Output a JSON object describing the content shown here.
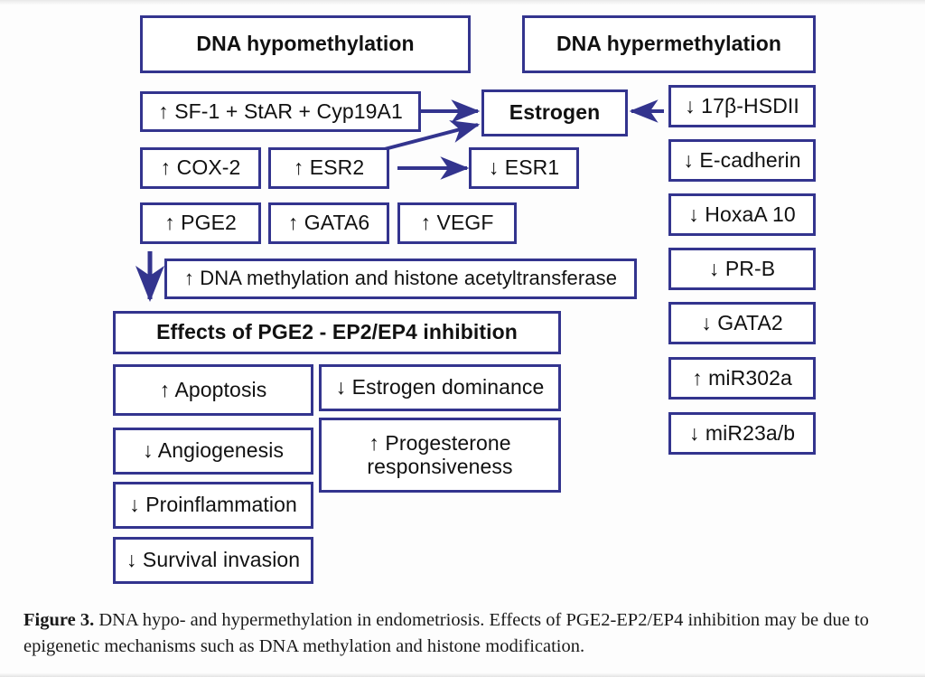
{
  "figure": {
    "caption_label": "Figure 3.",
    "caption_text": " DNA hypo- and hypermethylation in endometriosis. Effects of PGE2-EP2/EP4 inhibition may be due to epigenetic mechanisms such as DNA methylation and histone modification."
  },
  "colors": {
    "border": "#33348e",
    "arrow": "#33348e",
    "text": "#111111",
    "background": "#fdfdfd"
  },
  "diagram": {
    "hypomethylation": {
      "header": "DNA  hypomethylation",
      "nodes": [
        {
          "id": "sf1",
          "label": "↑ SF-1 + StAR + Cyp19A1"
        },
        {
          "id": "cox2",
          "label": "↑ COX-2"
        },
        {
          "id": "esr2",
          "label": "↑ ESR2"
        },
        {
          "id": "pge2",
          "label": "↑ PGE2"
        },
        {
          "id": "gata6",
          "label": "↑ GATA6"
        },
        {
          "id": "vegf",
          "label": "↑ VEGF"
        },
        {
          "id": "dna-methylation-hat",
          "label": "↑ DNA  methylation and histone acetyltransferase"
        }
      ]
    },
    "estrogen": {
      "id": "estrogen",
      "label": "Estrogen"
    },
    "esr1": {
      "id": "esr1",
      "label": "↓ ESR1"
    },
    "hypermethylation": {
      "header": "DNA  hypermethylation",
      "nodes": [
        {
          "id": "hsd17b2",
          "label": "↓ 17β-HSDII"
        },
        {
          "id": "e-cadherin",
          "label": "↓ E-cadherin"
        },
        {
          "id": "hoxa10",
          "label": "↓ HoxaA 10"
        },
        {
          "id": "pr-b",
          "label": "↓ PR-B"
        },
        {
          "id": "gata2",
          "label": "↓ GATA2"
        },
        {
          "id": "mir302a",
          "label": "↑ miR302a"
        },
        {
          "id": "mir23ab",
          "label": "↓ miR23a/b"
        }
      ]
    },
    "effects": {
      "header": "Effects of PGE2 - EP2/EP4 inhibition",
      "left_nodes": [
        {
          "id": "apoptosis",
          "label": "↑ Apoptosis"
        },
        {
          "id": "angiogenesis",
          "label": "↓ Angiogenesis"
        },
        {
          "id": "proinflammation",
          "label": "↓ Proinflammation"
        },
        {
          "id": "survival-invasion",
          "label": "↓ Survival invasion"
        }
      ],
      "right_nodes": [
        {
          "id": "estrogen-dominance",
          "label": "↓ Estrogen dominance"
        },
        {
          "id": "progesterone-responsiveness",
          "label": "↑ Progesterone\nresponsiveness"
        }
      ]
    }
  }
}
